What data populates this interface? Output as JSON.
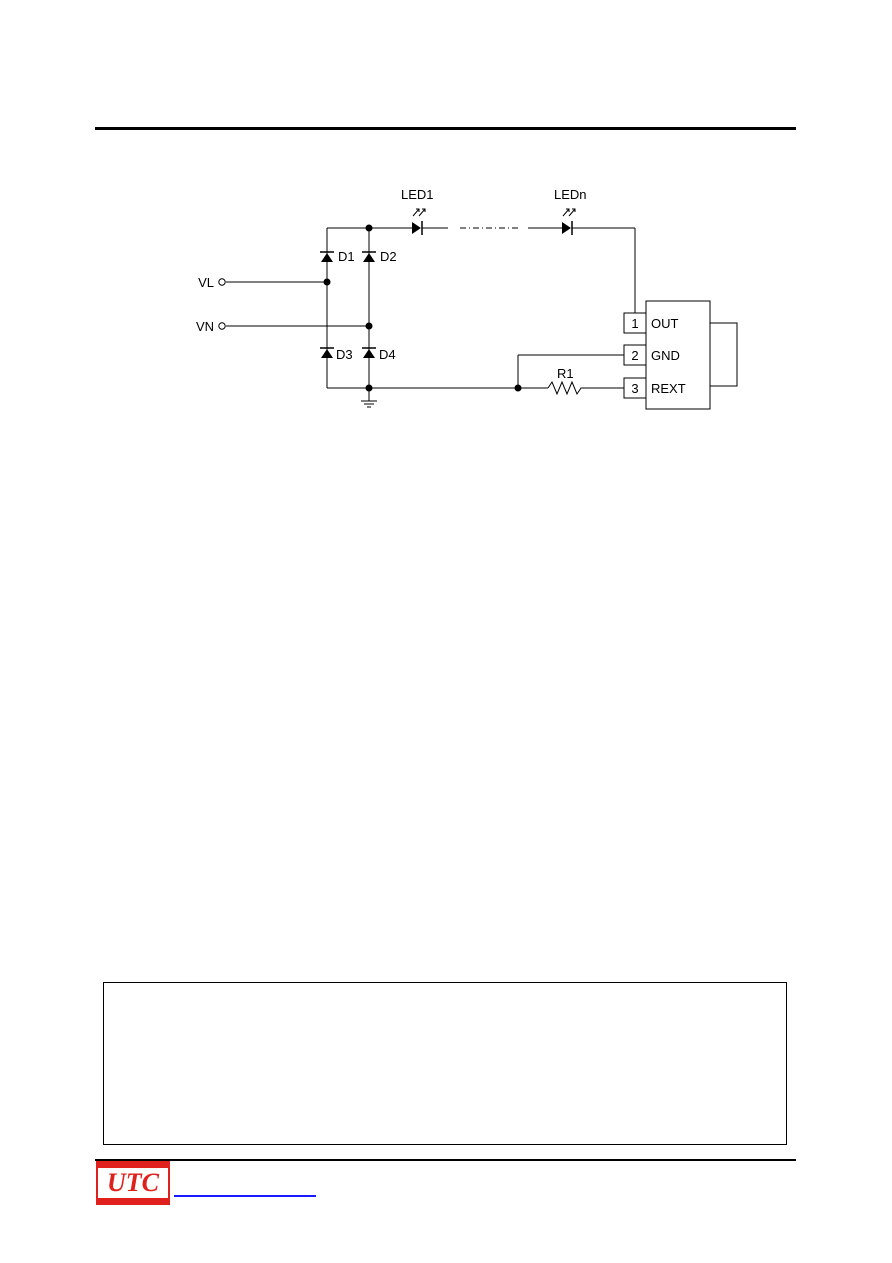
{
  "schematic": {
    "input_labels": {
      "vl": "VL",
      "vn": "VN"
    },
    "diode_labels": {
      "d1": "D1",
      "d2": "D2",
      "d3": "D3",
      "d4": "D4"
    },
    "led_labels": {
      "first": "LED1",
      "last": "LEDn"
    },
    "resistor_label": "R1",
    "ic_pins": [
      {
        "number": "1",
        "name": "OUT"
      },
      {
        "number": "2",
        "name": "GND"
      },
      {
        "number": "3",
        "name": "REXT"
      }
    ]
  },
  "footer": {
    "logo_text": "UTC"
  },
  "colors": {
    "logo_red": "#e0201c",
    "link_blue": "#1a1aff"
  }
}
